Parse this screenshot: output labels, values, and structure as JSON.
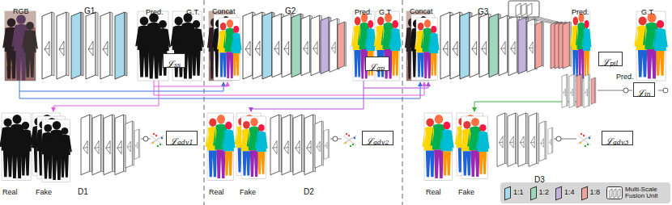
{
  "diagram": {
    "nodes": [
      {
        "text": [
          "ℒss"
        ]
      },
      {
        "text": [
          "ℒgp"
        ]
      },
      {
        "text": [
          "ℒpil"
        ]
      },
      {
        "text": [
          "ℒin"
        ]
      },
      {
        "text": [
          "ℒadv1"
        ]
      },
      {
        "text": [
          "ℒadv2"
        ]
      },
      {
        "text": [
          "ℒadv3"
        ]
      }
    ],
    "labels": [
      "RGB",
      "G1",
      "Pred.",
      "G.T.",
      "Concat",
      "G2",
      "Pred.",
      "G.T",
      "Concat",
      "G3",
      "Pred.",
      "G.T.",
      "Pred.",
      "Real",
      "Fake",
      "D1",
      "Real",
      "Fake",
      "D2",
      "Real",
      "Fake",
      "D3"
    ],
    "legend": [
      {
        "text": "1:1",
        "color": "#a6d9ec"
      },
      {
        "text": "1:2",
        "color": "#9fd6bd"
      },
      {
        "text": "1:4",
        "color": "#c3b3dc"
      },
      {
        "text": "1:8",
        "color": "#f3a39e"
      },
      {
        "text": "Multi-Scale Fusion Unit"
      }
    ]
  }
}
